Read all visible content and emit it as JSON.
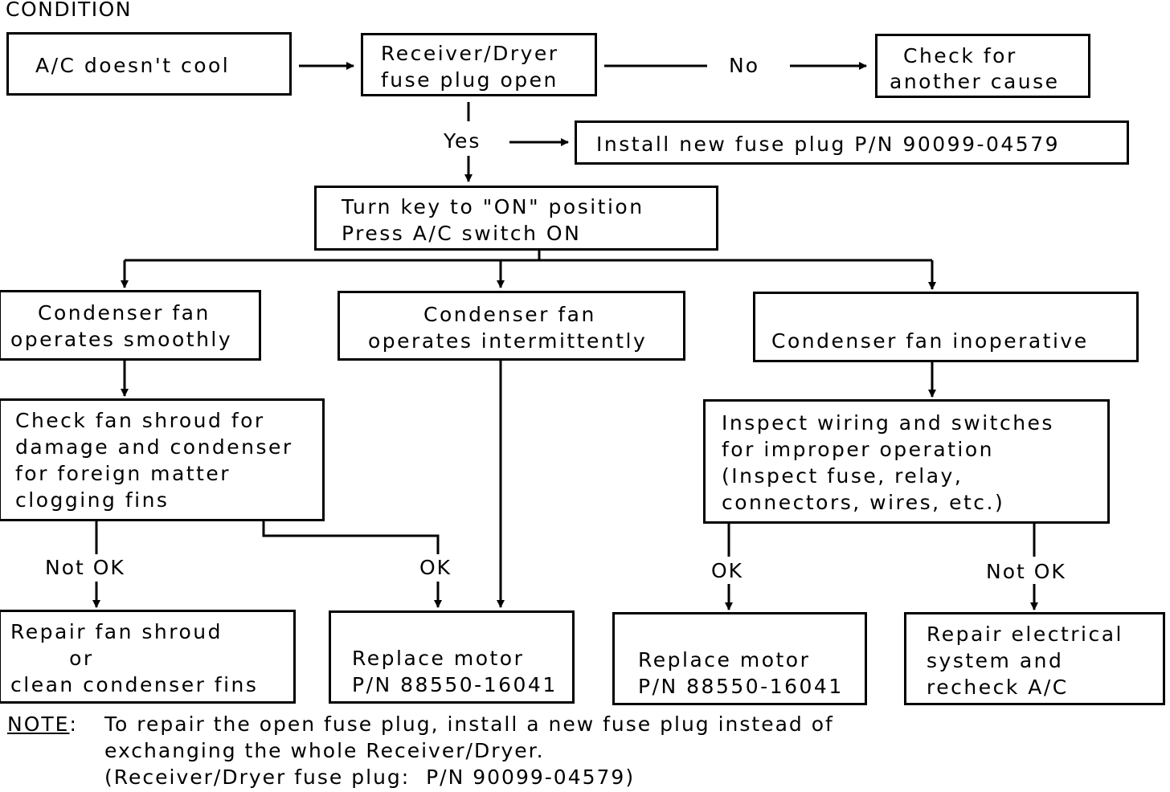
{
  "header": "CONDITION",
  "nodes": {
    "condition": "A/C doesn't cool",
    "fuse_check": [
      "Receiver/Dryer",
      "fuse plug open"
    ],
    "other_cause": [
      "Check for",
      "another cause"
    ],
    "install_fuse": "Install new fuse plug P/N 90099-04579",
    "turn_key": [
      "Turn key to \"ON\" position",
      "Press A/C switch ON"
    ],
    "fan_smooth": [
      "Condenser fan",
      "operates smoothly"
    ],
    "fan_intermittent": [
      "Condenser fan",
      "operates intermittently"
    ],
    "fan_inoperative": "Condenser fan inoperative",
    "check_shroud": [
      "Check fan shroud for",
      "damage and condenser",
      "for foreign matter",
      "clogging fins"
    ],
    "inspect_wiring": [
      "Inspect wiring and switches",
      "for improper operation",
      "(Inspect fuse, relay,",
      "connectors, wires, etc.)"
    ],
    "repair_shroud": [
      "Repair fan shroud",
      "       or",
      "clean condenser fins"
    ],
    "replace_motor_1": [
      "Replace motor",
      "P/N 88550-16041"
    ],
    "replace_motor_2": [
      "Replace motor",
      "P/N 88550-16041"
    ],
    "repair_electrical": [
      "Repair electrical",
      "system and",
      "recheck A/C"
    ]
  },
  "labels": {
    "no": "No",
    "yes": "Yes",
    "not_ok_left": "Not OK",
    "ok_left": "OK",
    "ok_right": "OK",
    "not_ok_right": "Not OK"
  },
  "note": {
    "label": "NOTE",
    "sep": ":",
    "line1": "To repair the open fuse plug, install a new fuse plug instead of",
    "line2": "exchanging the whole Receiver/Dryer.",
    "line3": "(Receiver/Dryer fuse plug:  P/N 90099-04579)"
  }
}
